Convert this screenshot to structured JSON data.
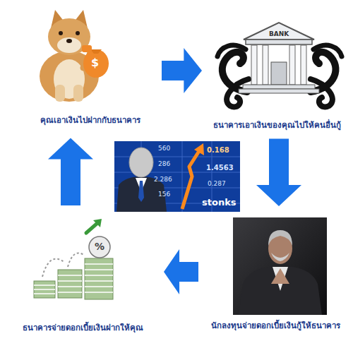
{
  "diagram": {
    "nodes": [
      {
        "text": [
          "คุณเอาเงินไปฝากกับธนาคาร"
        ]
      },
      {
        "text": [
          "ธนาคารเอาเงินของคุณไปให้คนอื่นกู้"
        ]
      },
      {
        "text": [
          "ธนาคารจ่ายดอกเบี้ยเงินฝากให้คุณ"
        ]
      },
      {
        "text": [
          "นักลงทุนจ่ายดอกเบี้ยเงินกู้ให้ธนาคาร"
        ]
      }
    ],
    "edges": [
      {
        "from": 0,
        "to": 1,
        "arrow": "to"
      },
      {
        "from": 1,
        "to": 3,
        "arrow": "to"
      },
      {
        "from": 3,
        "to": 2,
        "arrow": "to"
      },
      {
        "from": 2,
        "to": 0,
        "arrow": "to"
      }
    ],
    "labels": [
      "$",
      "BANK",
      "560",
      "0.168",
      "286",
      "1.4563",
      "2.286",
      "156",
      "0.287",
      "stonks",
      "%"
    ]
  }
}
